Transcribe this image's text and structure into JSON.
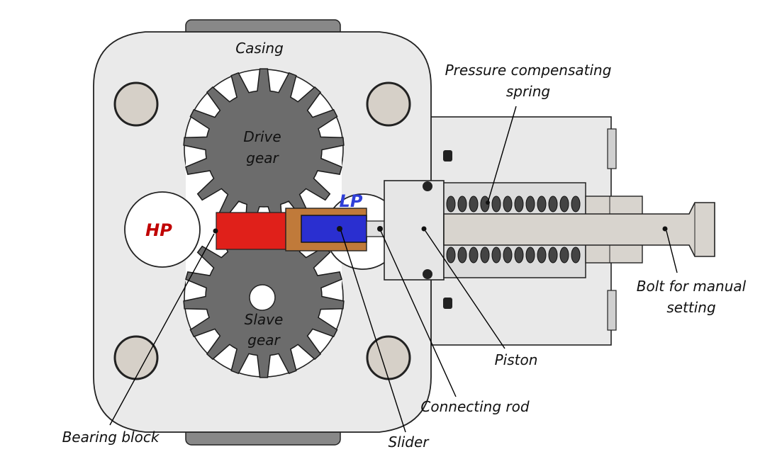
{
  "labels": {
    "casing": "Casing",
    "pressure_spring_line1": "Pressure compensating",
    "pressure_spring_line2": "spring",
    "drive_gear_line1": "Drive",
    "drive_gear_line2": "gear",
    "slave_gear_line1": "Slave",
    "slave_gear_line2": "gear",
    "hp": "HP",
    "lp": "LP",
    "bolt_line1": "Bolt for manual",
    "bolt_line2": "setting",
    "piston": "Piston",
    "connecting_rod": "Connecting rod",
    "slider": "Slider",
    "bearing_block": "Bearing block"
  },
  "colors": {
    "casing_fill": "#eaeaea",
    "gear_fill": "#6c6c6c",
    "bolt_hole_fill": "#d6d0c8",
    "hp_text": "#c00000",
    "lp_text": "#2f3fd8",
    "slider_fill": "#2a2fd0",
    "high_pressure_fill": "#e0201a",
    "slider_housing_fill": "#c07a3a",
    "bolt_fill": "#d8d4ce",
    "spring_fill": "#444444"
  }
}
